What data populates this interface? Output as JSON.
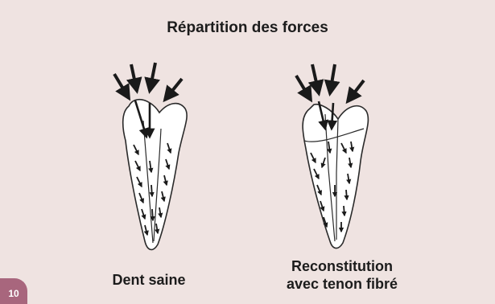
{
  "title": "Répartition des forces",
  "captions": {
    "left": "Dent saine",
    "right": "Reconstitution\navec tenon fibré"
  },
  "page_number": "10",
  "colors": {
    "background": "#efe3e1",
    "badge": "#a8667d",
    "arrow": "#1a1a1a"
  },
  "icons": [
    "force-arrow-icon"
  ]
}
